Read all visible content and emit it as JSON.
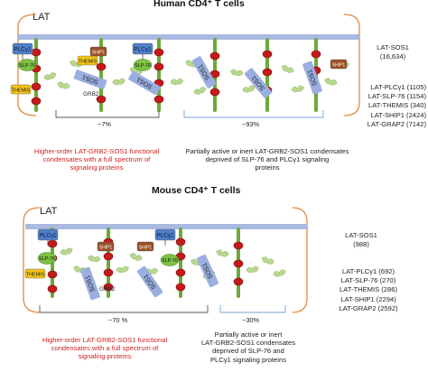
{
  "human": {
    "title": "Human CD4⁺ T cells",
    "lat_label": "LAT",
    "proteins": {
      "plcg1": "PLCγ1",
      "slp76": "SLP-76",
      "themis": "THEMIS",
      "ship1": "SHIP1",
      "grb2": "GRB2",
      "sos1": "SOS1"
    },
    "left_percent": "~7%",
    "right_percent": "~93%",
    "left_caption": [
      "Higher-order LAT-GRB2-SOS1 functional",
      "condensates with a full spectrum of",
      "signaling proteins"
    ],
    "right_caption": [
      "Partially active or inert LAT-GRB2-SOS1 condensates",
      "deprived of SLP-76 and PLCγ1 signaling",
      "proteins"
    ],
    "sos_count": [
      "LAT-SOS1",
      "(16,634)"
    ],
    "counts": [
      "LAT-PLCγ1 (1105)",
      "LAT-SLP-76 (1154)",
      "LAT-THEMIS (340)",
      "LAT-SHIP1 (2424)",
      "LAT-GRAP2 (7142)"
    ]
  },
  "mouse": {
    "title": "Mouse CD4⁺ T cells",
    "lat_label": "LAT",
    "proteins": {
      "plcg1": "PLCγ1",
      "slp76": "SLP-76",
      "themis": "THEMIS",
      "ship1": "SHIP1",
      "grb2": "GRB2",
      "sos1": "SOS1"
    },
    "left_percent": "~70 %",
    "right_percent": "~30%",
    "left_caption": [
      "Higher-order LAT-GRB2-SOS1 functional",
      "condensates with a full spectrum of",
      "signaling proteins"
    ],
    "right_caption": [
      "Partially active or inert",
      "LAT-GRB2-SOS1 condensates",
      "deprived of SLP-76 and",
      "PLCγ1 signaling proteins"
    ],
    "sos_count": [
      "LAT-SOS1",
      "(988)"
    ],
    "counts": [
      "LAT-PLCγ1 (692)",
      "LAT-SLP-76 (270)",
      "LAT-THEMIS (286)",
      "LAT-SHIP1 (2294)",
      "LAT-GRAP2 (2592)"
    ]
  },
  "colors": {
    "membrane": "#a9b9e0",
    "lat": "#6fa83a",
    "phospho": "#c41a1a",
    "plcg1": "#4f7ec9",
    "slp76": "#7dc242",
    "themis": "#f2c318",
    "ship1": "#9a4f26",
    "sos1": "#9aaee0",
    "grb2": "#b9d88e",
    "bracket": "#e28a3c",
    "red_text": "#d62222",
    "blue_bracket": "#7aa0d6"
  }
}
